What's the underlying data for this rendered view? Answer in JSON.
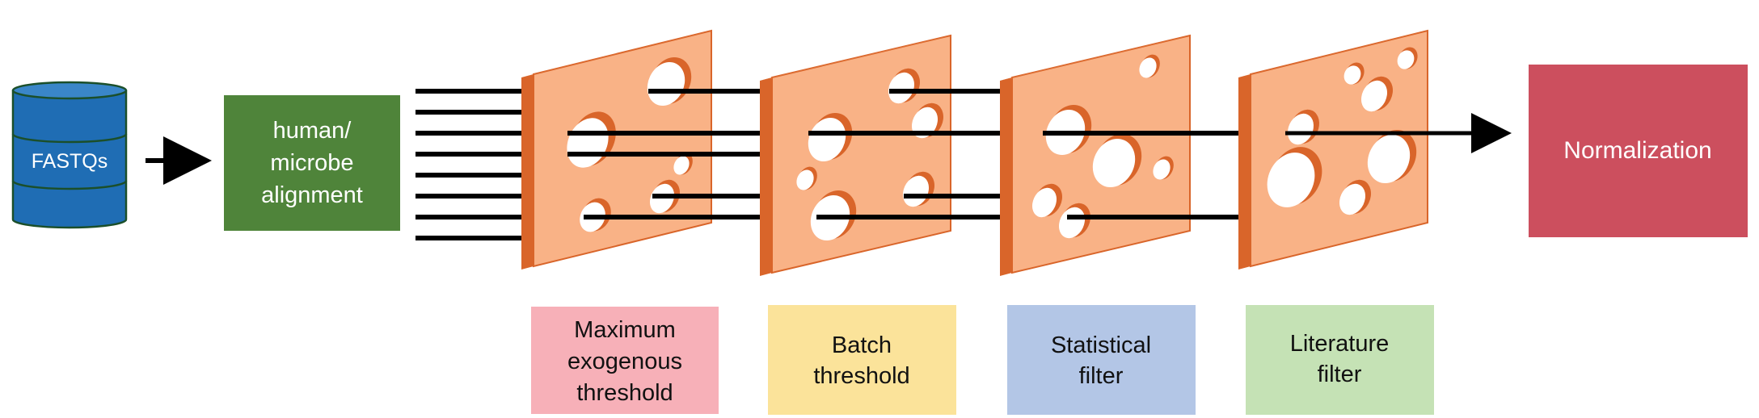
{
  "input": {
    "label": "FASTQs"
  },
  "alignment": {
    "lines": [
      "human/",
      "microbe",
      "alignment"
    ]
  },
  "filters": [
    {
      "lines": [
        "Maximum",
        "exogenous",
        "threshold"
      ]
    },
    {
      "lines": [
        "Batch",
        "threshold"
      ]
    },
    {
      "lines": [
        "Statistical",
        "filter"
      ]
    },
    {
      "lines": [
        "Literature",
        "filter"
      ]
    }
  ],
  "output": {
    "label": "Normalization"
  },
  "colors": {
    "database_fill": "#1f6db4",
    "database_stroke": "#1b4f2a",
    "alignment_box": "#4f843a",
    "slice_face": "#f9b286",
    "slice_side": "#d9652a",
    "hole_shadow": "#d9652a",
    "filter_labels": [
      "#f7b0b8",
      "#fbe39a",
      "#b3c6e6",
      "#c5e2b5"
    ],
    "normalization_box": "#cc4f5e",
    "arrow": "#000000"
  }
}
